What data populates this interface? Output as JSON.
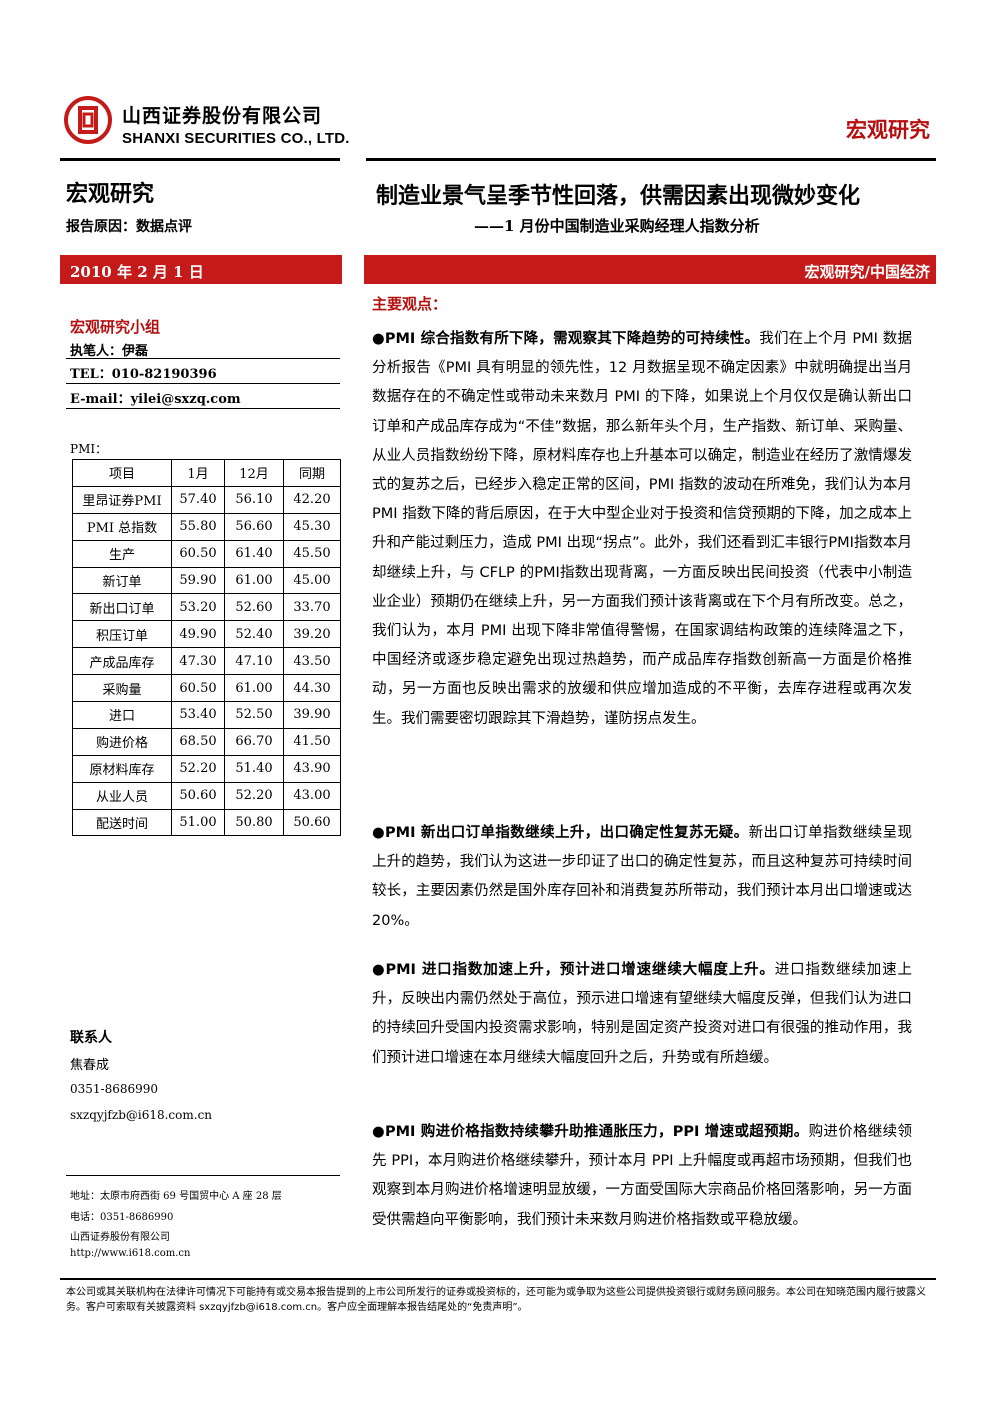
{
  "header": {
    "company_cn": "山西证券股份有限公司",
    "company_en": "SHANXI SECURITIES CO., LTD.",
    "tag": "宏观研究",
    "brand_color": "#c41a1a"
  },
  "left": {
    "title": "宏观研究",
    "report_reason": "报告原因：数据点评",
    "date": "2010 年 2 月 1 日",
    "team": "宏观研究小组",
    "author": "执笔人：伊磊",
    "tel": "TEL：010-82190396",
    "email": "E-mail：yilei@sxzq.com",
    "pmi_label": "PMI：",
    "table": {
      "headers": [
        "项目",
        "1月",
        "12月",
        "同期"
      ],
      "rows": [
        [
          "里昂证券PMI",
          "57.40",
          "56.10",
          "42.20"
        ],
        [
          "PMI 总指数",
          "55.80",
          "56.60",
          "45.30"
        ],
        [
          "生产",
          "60.50",
          "61.40",
          "45.50"
        ],
        [
          "新订单",
          "59.90",
          "61.00",
          "45.00"
        ],
        [
          "新出口订单",
          "53.20",
          "52.60",
          "33.70"
        ],
        [
          "积压订单",
          "49.90",
          "52.40",
          "39.20"
        ],
        [
          "产成品库存",
          "47.30",
          "47.10",
          "43.50"
        ],
        [
          "采购量",
          "60.50",
          "61.00",
          "44.30"
        ],
        [
          "进口",
          "53.40",
          "52.50",
          "39.90"
        ],
        [
          "购进价格",
          "68.50",
          "66.70",
          "41.50"
        ],
        [
          "原材料库存",
          "52.20",
          "51.40",
          "43.90"
        ],
        [
          "从业人员",
          "50.60",
          "52.20",
          "43.00"
        ],
        [
          "配送时间",
          "51.00",
          "50.80",
          "50.60"
        ]
      ]
    },
    "contact": {
      "title": "联系人",
      "name": "焦春成",
      "phone": "0351-8686990",
      "email": "sxzqyjfzb@i618.com.cn"
    },
    "address": {
      "line1": "地址：太原市府西街 69 号国贸中心 A 座 28 层",
      "line2": "电话：0351-8686990",
      "line3": "山西证券股份有限公司",
      "line4": "http://www.i618.com.cn"
    }
  },
  "main": {
    "title": "制造业景气呈季节性回落，供需因素出现微妙变化",
    "subtitle": "——1 月份中国制造业采购经理人指数分析",
    "section": "宏观研究/中国经济",
    "key_points_title": "主要观点：",
    "points": [
      {
        "lead": "●PMI 综合指数有所下降，需观察其下降趋势的可持续性。",
        "body": "我们在上个月 PMI 数据分析报告《PMI 具有明显的领先性，12 月数据呈现不确定因素》中就明确提出当月数据存在的不确定性或带动未来数月 PMI 的下降，如果说上个月仅仅是确认新出口订单和产成品库存成为“不佳”数据，那么新年头个月，生产指数、新订单、采购量、从业人员指数纷纷下降，原材料库存也上升基本可以确定，制造业在经历了激情爆发式的复苏之后，已经步入稳定正常的区间，PMI 指数的波动在所难免，我们认为本月 PMI 指数下降的背后原因，在于大中型企业对于投资和信贷预期的下降，加之成本上升和产能过剩压力，造成 PMI 出现“拐点”。此外，我们还看到汇丰银行PMI指数本月却继续上升，与 CFLP 的PMI指数出现背离，一方面反映出民间投资（代表中小制造业企业）预期仍在继续上升，另一方面我们预计该背离或在下个月有所改变。总之，我们认为，本月 PMI 出现下降非常值得警惕，在国家调结构政策的连续降温之下，中国经济或逐步稳定避免出现过热趋势，而产成品库存指数创新高一方面是价格推动，另一方面也反映出需求的放缓和供应增加造成的不平衡，去库存进程或再次发生。我们需要密切跟踪其下滑趋势，谨防拐点发生。"
      },
      {
        "lead": "●PMI 新出口订单指数继续上升，出口确定性复苏无疑。",
        "body": "新出口订单指数继续呈现上升的趋势，我们认为这进一步印证了出口的确定性复苏，而且这种复苏可持续时间较长，主要因素仍然是国外库存回补和消费复苏所带动，我们预计本月出口增速或达 20%。"
      },
      {
        "lead": "●PMI 进口指数加速上升，预计进口增速继续大幅度上升。",
        "body": "进口指数继续加速上升，反映出内需仍然处于高位，预示进口增速有望继续大幅度反弹，但我们认为进口的持续回升受国内投资需求影响，特别是固定资产投资对进口有很强的推动作用，我们预计进口增速在本月继续大幅度回升之后，升势或有所趋缓。"
      },
      {
        "lead": "●PMI 购进价格指数持续攀升助推通胀压力，PPI 增速或超预期。",
        "body": "购进价格继续领先 PPI，本月购进价格继续攀升，预计本月 PPI 上升幅度或再超市场预期，但我们也观察到本月购进价格增速明显放缓，一方面受国际大宗商品价格回落影响，另一方面受供需趋向平衡影响，我们预计未来数月购进价格指数或平稳放缓。"
      }
    ]
  },
  "footer": {
    "disclaimer": "本公司或其关联机构在法律许可情况下可能持有或交易本报告提到的上市公司所发行的证券或投资标的，还可能为或争取为这些公司提供投资银行或财务顾问服务。本公司在知晓范围内履行披露义务。客户可索取有关披露资料 sxzqyjfzb@i618.com.cn。客户应全面理解本报告结尾处的“免责声明”。"
  }
}
